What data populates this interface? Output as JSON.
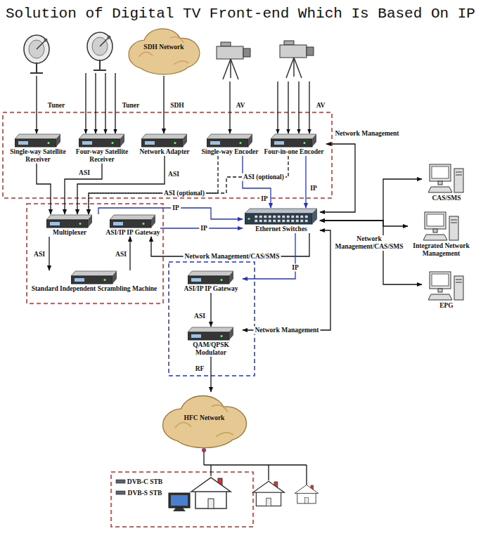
{
  "diagram": {
    "title": "Solution of Digital TV Front-end Which Is Based On IP",
    "nodes": [
      {
        "text": [
          "SDH Network"
        ]
      },
      {
        "text": [
          "Single-way Satellite Receiver"
        ]
      },
      {
        "text": [
          "Four-way Satellite Receiver"
        ]
      },
      {
        "text": [
          "Network Adapter"
        ]
      },
      {
        "text": [
          "Single-way Encoder"
        ]
      },
      {
        "text": [
          "Four-in-one Encoder"
        ]
      },
      {
        "text": [
          "Multiplexer"
        ]
      },
      {
        "text": [
          "ASI/IP IP Gateway"
        ]
      },
      {
        "text": [
          "Standard Independent Scrambling Machine"
        ]
      },
      {
        "text": [
          "Ethernet Switches"
        ]
      },
      {
        "text": [
          "ASI/IP IP Gateway"
        ]
      },
      {
        "text": [
          "QAM/QPSK Modulator"
        ]
      },
      {
        "text": [
          "HFC Network"
        ]
      },
      {
        "text": [
          "CAS/SMS"
        ]
      },
      {
        "text": [
          "Integrated Network Management"
        ]
      },
      {
        "text": [
          "EPG"
        ]
      }
    ],
    "edges": [
      {
        "from": 0,
        "to": 3,
        "arrow": "to",
        "label": "SDH"
      },
      {
        "from": 1,
        "to": 6,
        "arrow": "to"
      },
      {
        "from": 2,
        "to": 6,
        "arrow": "to",
        "label": "ASI"
      },
      {
        "from": 3,
        "to": 6,
        "arrow": "to",
        "label": "ASI"
      },
      {
        "from": 4,
        "to": 6,
        "arrow": "to",
        "label": "ASI (optional)"
      },
      {
        "from": 5,
        "to": 6,
        "arrow": "to",
        "label": "ASI (optional)"
      },
      {
        "from": 4,
        "to": 9,
        "arrow": "to",
        "label": "IP"
      },
      {
        "from": 5,
        "to": 9,
        "arrow": "to",
        "label": "IP"
      },
      {
        "from": 6,
        "to": 9,
        "arrow": "to",
        "label": "IP"
      },
      {
        "from": 7,
        "to": 9,
        "arrow": "to",
        "label": "IP"
      },
      {
        "from": 9,
        "to": 5,
        "arrow": "both",
        "label": "Network Management"
      },
      {
        "from": 9,
        "to": 13,
        "arrow": "both",
        "label": "Network Management/CAS/SMS"
      },
      {
        "from": 9,
        "to": 14,
        "arrow": "both"
      },
      {
        "from": 9,
        "to": 15,
        "arrow": "both"
      },
      {
        "from": 6,
        "to": 8,
        "arrow": "to",
        "label": "ASI"
      },
      {
        "from": 8,
        "to": 7,
        "arrow": "to",
        "label": "ASI"
      },
      {
        "from": 9,
        "to": 7,
        "arrow": "to",
        "label": "Network Management/CAS/SMS"
      },
      {
        "from": 9,
        "to": 10,
        "arrow": "to",
        "label": "IP"
      },
      {
        "from": 10,
        "to": 11,
        "arrow": "to",
        "label": "ASI"
      },
      {
        "from": 9,
        "to": 11,
        "arrow": "both",
        "label": "Network Management"
      },
      {
        "from": 11,
        "to": 12,
        "arrow": "to",
        "label": "RF"
      }
    ],
    "labels": [
      "Tuner",
      "Tuner",
      "AV",
      "AV",
      "DVB-C STB",
      "DVB-S STB"
    ]
  }
}
